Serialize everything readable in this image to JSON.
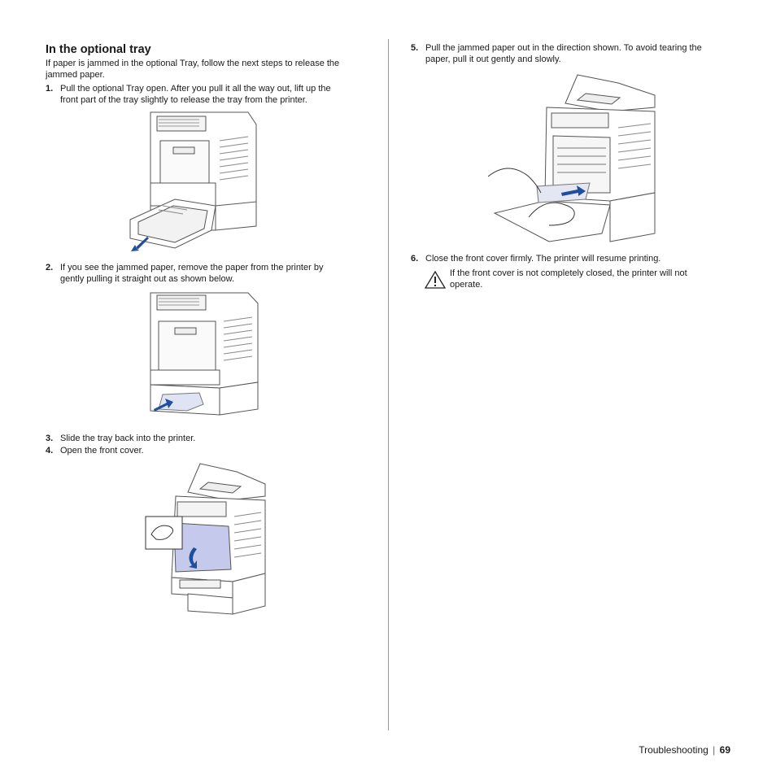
{
  "section_title": "In the optional tray",
  "intro": "If paper is jammed in the optional Tray, follow the next steps to release the jammed paper.",
  "steps": [
    {
      "num": "1.",
      "line1": "Pull the optional Tray open. After you pull it all the way out, lift up the",
      "line2": "front part of the tray slightly to release the tray from the printer."
    },
    {
      "num": "2.",
      "line1": "If you see the jammed paper, remove the paper from the printer by",
      "line2": "gently pulling it straight out as shown below."
    },
    {
      "num": "3.",
      "line1": "Slide the tray back into the printer.",
      "line2": ""
    },
    {
      "num": "4.",
      "line1": "Open the front cover.",
      "line2": ""
    },
    {
      "num": "5.",
      "line1": "Pull the jammed paper out in the direction shown. To avoid tearing the",
      "line2": "paper, pull it out gently and slowly."
    },
    {
      "num": "6.",
      "line1": "Close the front cover firmly. The printer will resume printing.",
      "line2": ""
    }
  ],
  "note": {
    "icon": "warning-triangle-icon",
    "line1": "If the front cover is not completely closed, the printer will not",
    "line2": "operate."
  },
  "footer": {
    "section": "Troubleshooting",
    "separator": "|",
    "page": "69"
  },
  "colors": {
    "arrow": "#1f4e9c",
    "highlight": "#c5c9ec",
    "line": "#555555"
  }
}
